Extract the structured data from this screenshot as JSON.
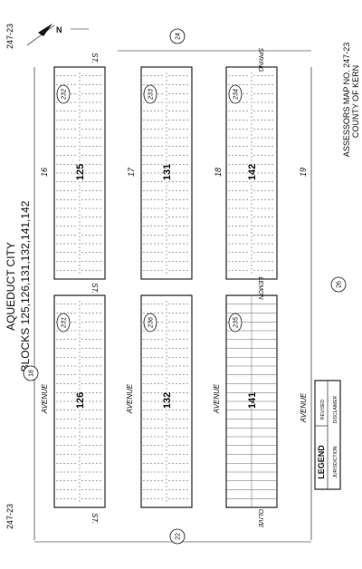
{
  "map": {
    "sheet_top": "247-23",
    "sheet_bottom": "247-23",
    "title_line1": "AQUEDUCT CITY",
    "title_line2": "BLOCKS 125,126,131,132,141,142",
    "assessor_line1": "ASSESSORS MAP NO. 247-23",
    "assessor_line2": "COUNTY OF KERN",
    "north_label": "N"
  },
  "streets": {
    "top": "ST.",
    "upper_middle": "ST.",
    "bottom": "ST.",
    "spring": "SPRING",
    "lemon": "LEMON",
    "olive": "OLIVE",
    "avenue_1": "AVENUE",
    "avenue_2": "AVENUE",
    "avenue_3": "AVENUE",
    "avenue_4": "AVENUE"
  },
  "street_numbers": {
    "n16": "16",
    "n17": "17",
    "n18": "18",
    "n19": "19"
  },
  "map_refs": {
    "r24": "24",
    "r18": "18",
    "r26": "26",
    "r22": "22"
  },
  "parcels": {
    "p232": "232",
    "p233": "233",
    "p234": "234",
    "p231": "231",
    "p236": "236",
    "p235": "235"
  },
  "blocks": {
    "b125": "125",
    "b131": "131",
    "b142": "142",
    "b126": "126",
    "b132": "132",
    "b141": "141"
  },
  "legend": {
    "heading": "LEGEND",
    "disclaimer_title": "DISCLAIMER",
    "revised": "REVISED",
    "jurisdiction": "JURISDICTION"
  }
}
